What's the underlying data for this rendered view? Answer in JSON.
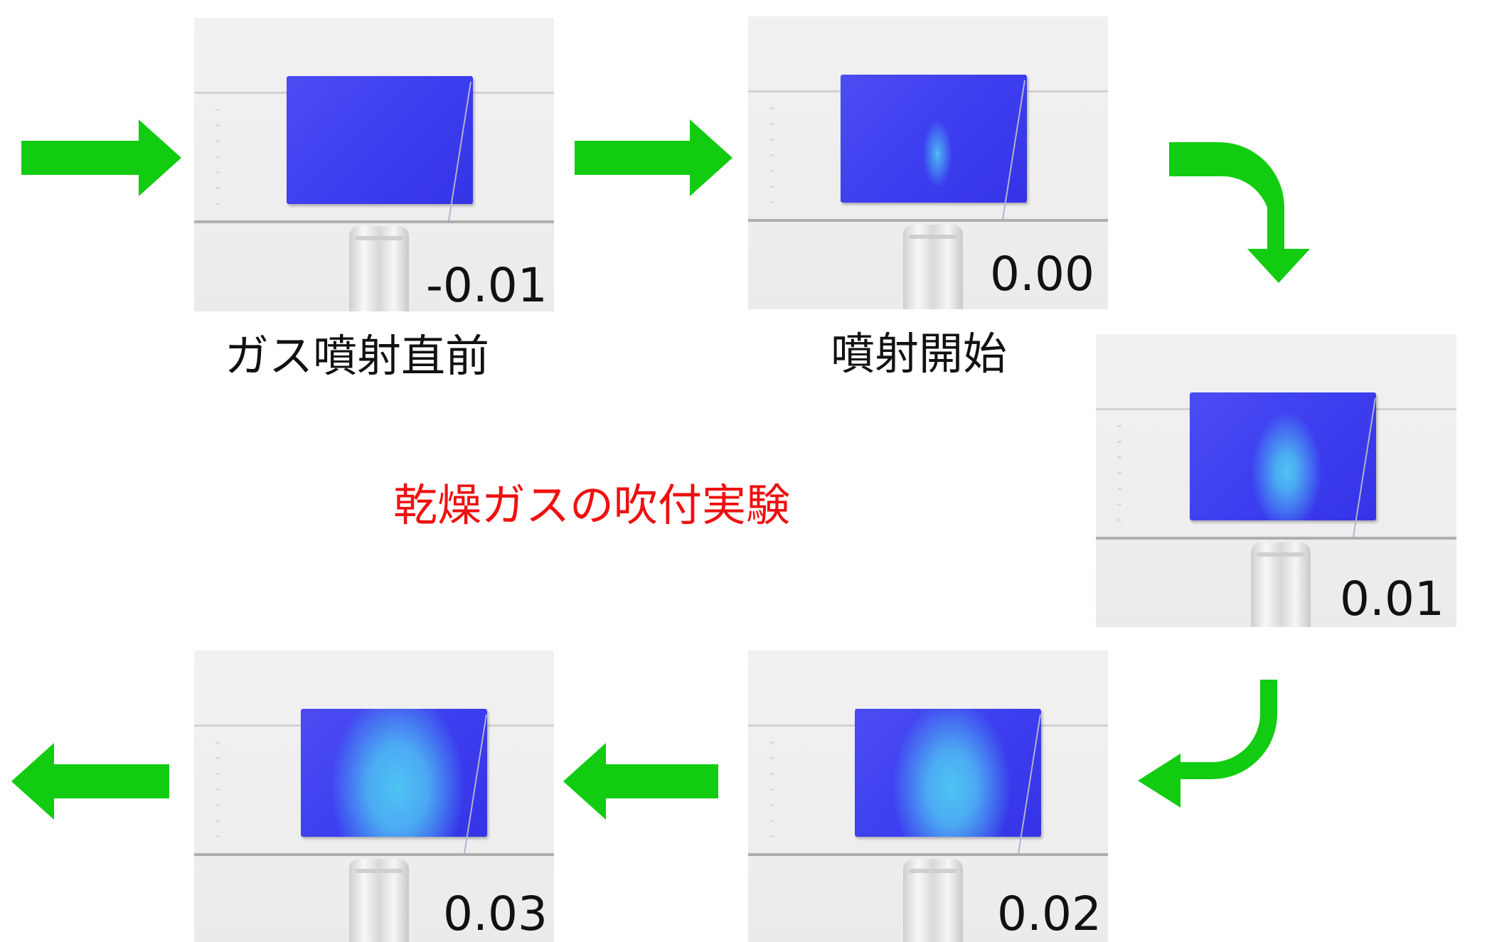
{
  "title": {
    "text": "乾燥ガスの吹付実験",
    "color": "#ee1111"
  },
  "captions": {
    "before": "ガス噴射直前",
    "start": "噴射開始"
  },
  "frames": [
    {
      "time": "-0.01 s",
      "glow": 0.0
    },
    {
      "time": "0.00 s",
      "glow": 0.15
    },
    {
      "time": "0.01 s",
      "glow": 0.55
    },
    {
      "time": "0.02 s",
      "glow": 0.9
    },
    {
      "time": "0.03 s",
      "glow": 1.0
    }
  ],
  "colors": {
    "arrow": "#11cc11",
    "plate": "#3d3ff0",
    "plate_glow": "#4fc4f4"
  },
  "icons": [
    "arrow-right-icon",
    "arrow-curve-down-icon",
    "arrow-curve-left-icon",
    "arrow-left-icon"
  ]
}
